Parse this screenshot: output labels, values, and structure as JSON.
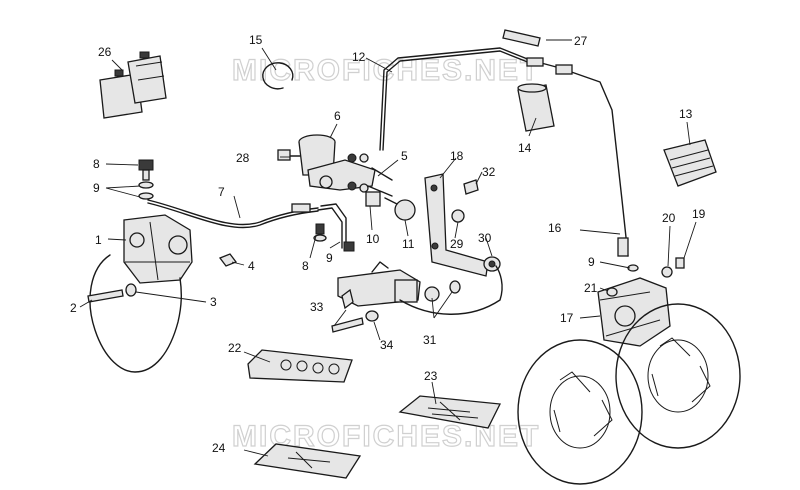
{
  "watermark": "MICROFICHES.NET",
  "callouts": [
    {
      "id": "c1",
      "text": "1"
    },
    {
      "id": "c2",
      "text": "2"
    },
    {
      "id": "c3",
      "text": "3"
    },
    {
      "id": "c4",
      "text": "4"
    },
    {
      "id": "c5",
      "text": "5"
    },
    {
      "id": "c6",
      "text": "6"
    },
    {
      "id": "c7",
      "text": "7"
    },
    {
      "id": "c8a",
      "text": "8"
    },
    {
      "id": "c8b",
      "text": "8"
    },
    {
      "id": "c9a",
      "text": "9"
    },
    {
      "id": "c9b",
      "text": "9"
    },
    {
      "id": "c9c",
      "text": "9"
    },
    {
      "id": "c10",
      "text": "10"
    },
    {
      "id": "c11",
      "text": "11"
    },
    {
      "id": "c12",
      "text": "12"
    },
    {
      "id": "c13",
      "text": "13"
    },
    {
      "id": "c14",
      "text": "14"
    },
    {
      "id": "c15",
      "text": "15"
    },
    {
      "id": "c16",
      "text": "16"
    },
    {
      "id": "c17",
      "text": "17"
    },
    {
      "id": "c18",
      "text": "18"
    },
    {
      "id": "c19",
      "text": "19"
    },
    {
      "id": "c20",
      "text": "20"
    },
    {
      "id": "c21",
      "text": "21"
    },
    {
      "id": "c22",
      "text": "22"
    },
    {
      "id": "c23",
      "text": "23"
    },
    {
      "id": "c24",
      "text": "24"
    },
    {
      "id": "c26",
      "text": "26"
    },
    {
      "id": "c27",
      "text": "27"
    },
    {
      "id": "c28",
      "text": "28"
    },
    {
      "id": "c29",
      "text": "29"
    },
    {
      "id": "c30",
      "text": "30"
    },
    {
      "id": "c31",
      "text": "31"
    },
    {
      "id": "c32",
      "text": "32"
    },
    {
      "id": "c33",
      "text": "33"
    },
    {
      "id": "c34",
      "text": "34"
    }
  ]
}
